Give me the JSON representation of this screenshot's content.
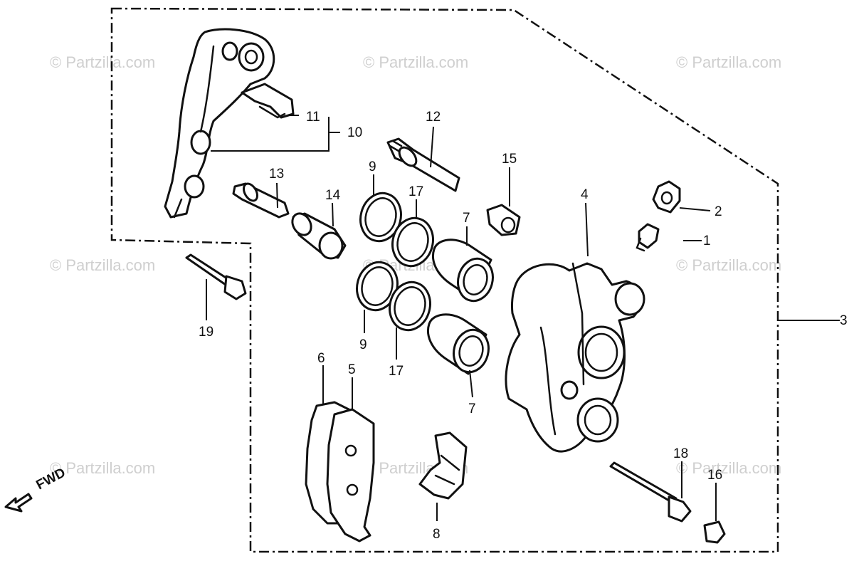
{
  "watermark": "© Partzilla.com",
  "direction_label": "FWD",
  "callouts": {
    "c1": "1",
    "c2": "2",
    "c3": "3",
    "c4": "4",
    "c5": "5",
    "c6": "6",
    "c7a": "7",
    "c7b": "7",
    "c8": "8",
    "c9a": "9",
    "c9b": "9",
    "c10": "10",
    "c11": "11",
    "c12": "12",
    "c13": "13",
    "c14": "14",
    "c15": "15",
    "c16": "16",
    "c17a": "17",
    "c17b": "17",
    "c18": "18",
    "c19": "19"
  }
}
